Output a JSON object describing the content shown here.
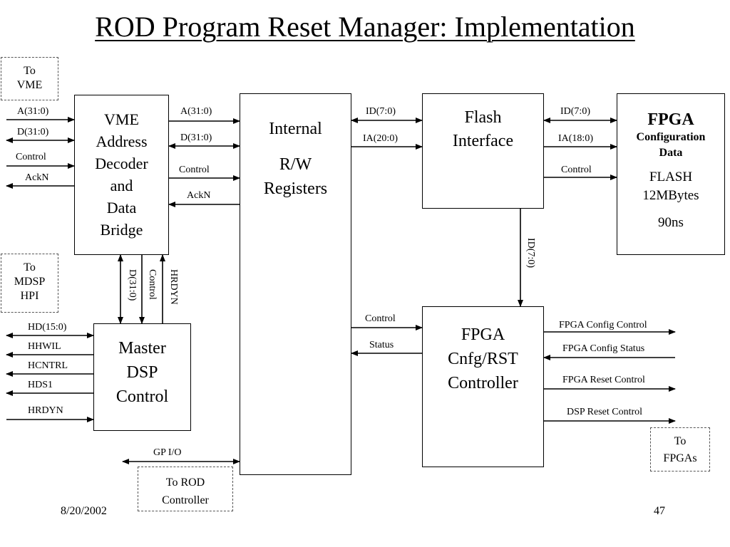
{
  "title": "ROD Program Reset Manager:  Implementation",
  "footer": {
    "date": "8/20/2002",
    "page": "47"
  },
  "targets": {
    "vme": [
      "To",
      "VME"
    ],
    "mdsp": [
      "To",
      "MDSP",
      "HPI"
    ],
    "rod": [
      "To ROD",
      "Controller"
    ],
    "fpgas": [
      "To",
      "FPGAs"
    ]
  },
  "blocks": {
    "vme_decoder": [
      "VME",
      "Address",
      "Decoder",
      "and",
      "Data",
      "Bridge"
    ],
    "registers": {
      "line1": "Internal",
      "line2": "R/W",
      "line3": "Registers"
    },
    "flash_interface": [
      "Flash",
      "Interface"
    ],
    "fpga_config": {
      "title": "FPGA",
      "sub1": "Configuration",
      "sub2": "Data",
      "flash1": "FLASH",
      "flash2": "12MBytes",
      "speed": "90ns"
    },
    "fpga_ctrl": [
      "FPGA",
      "Cnfg/RST",
      "Controller"
    ],
    "master_dsp": [
      "Master",
      "DSP",
      "Control"
    ]
  },
  "signals": {
    "vme_in": [
      "A(31:0)",
      "D(31:0)",
      "Control",
      "AckN"
    ],
    "dec_reg": [
      "A(31:0)",
      "D(31:0)",
      "Control",
      "AckN"
    ],
    "reg_flash": [
      "ID(7:0)",
      "IA(20:0)"
    ],
    "flash_fpga": [
      "ID(7:0)",
      "IA(18:0)",
      "Control"
    ],
    "flash_ctrl": "ID(7:0)",
    "dec_dsp": [
      "D(31:0)",
      "Control",
      "HRDYN"
    ],
    "dsp_hpi": [
      "HD(15:0)",
      "HHWIL",
      "HCNTRL",
      "HDS1",
      "HRDYN"
    ],
    "reg_ctrl": [
      "Control",
      "Status"
    ],
    "ctrl_out": [
      "FPGA Config Control",
      "FPGA Config Status",
      "FPGA Reset Control",
      "DSP Reset Control"
    ],
    "gpio": "GP I/O"
  }
}
